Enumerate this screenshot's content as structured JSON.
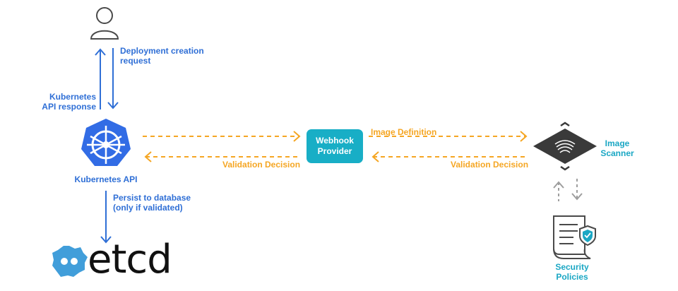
{
  "user": {
    "icon": "user-icon"
  },
  "labels": {
    "deployment_request_line1": "Deployment creation",
    "deployment_request_line2": "request",
    "api_response_line1": "Kubernetes",
    "api_response_line2": "API response",
    "kubernetes_api": "Kubernetes API",
    "persist_line1": "Persist to database",
    "persist_line2": "(only if validated)",
    "webhook_line1": "Webhook",
    "webhook_line2": "Provider",
    "image_definition": "Image Definition",
    "validation_decision_left": "Validation Decision",
    "validation_decision_right": "Validation Decision",
    "image_scanner_line1": "Image",
    "image_scanner_line2": "Scanner",
    "security_policies_line1": "Security",
    "security_policies_line2": "Policies",
    "etcd": "etcd"
  },
  "icons": [
    "user-icon",
    "kubernetes-helm-icon",
    "etcd-logo-icon",
    "image-scanner-icon",
    "security-policy-document-icon"
  ],
  "colors": {
    "blue": "#2f6fd6",
    "orange": "#f5a623",
    "teal": "#18aec6",
    "kube_blue": "#326ce5",
    "gray": "#9e9e9e",
    "dark": "#3a3a3a"
  }
}
